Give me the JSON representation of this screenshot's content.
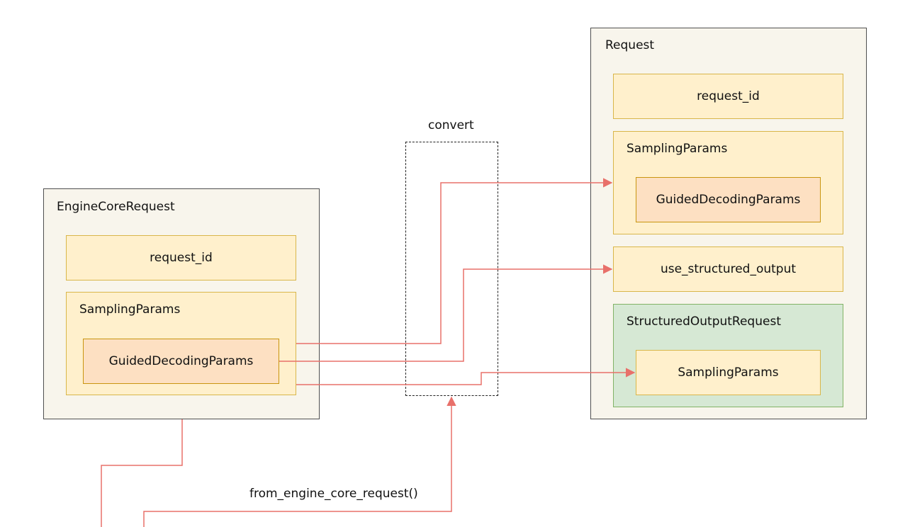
{
  "left": {
    "title": "EngineCoreRequest",
    "request_id": "request_id",
    "sampling_params": "SamplingParams",
    "guided_decoding_params": "GuidedDecodingParams"
  },
  "convert": {
    "label": "convert"
  },
  "right": {
    "title": "Request",
    "request_id": "request_id",
    "sampling_params": "SamplingParams",
    "guided_decoding_params": "GuidedDecodingParams",
    "use_structured_output": "use_structured_output",
    "structured_output_request": "StructuredOutputRequest",
    "inner_sampling_params": "SamplingParams"
  },
  "edges": {
    "from_engine_core_request": "from_engine_core_request()"
  },
  "colors": {
    "arrow": "#e8706a",
    "outer_fill": "#f8f5ec",
    "field_fill": "#fff0cc",
    "guided_fill": "#fde0c2",
    "green_fill": "#d6e8d4"
  }
}
